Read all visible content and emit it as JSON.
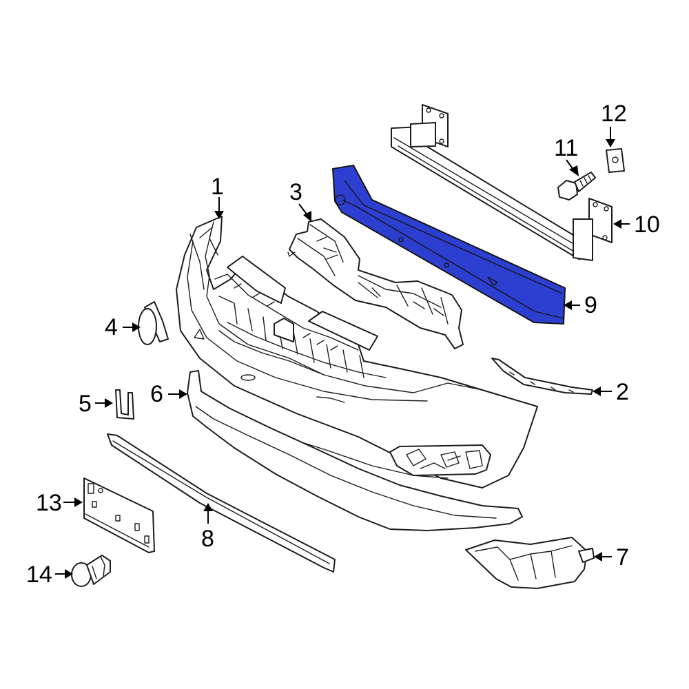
{
  "highlight_color": "#2d3fd0",
  "line_color": "#1c1c1c",
  "callouts": [
    "1",
    "2",
    "3",
    "4",
    "5",
    "6",
    "7",
    "8",
    "9",
    "10",
    "11",
    "12",
    "13",
    "14"
  ],
  "highlighted_part": "9"
}
